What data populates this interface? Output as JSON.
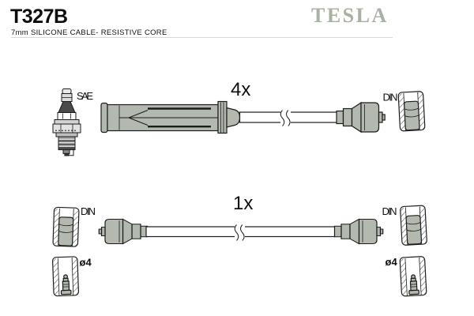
{
  "colors": {
    "brand": "#a9b1a2",
    "part": "#b3b9ae",
    "outline": "#1c1c1c",
    "cable": "#ffffff",
    "divider": "#d9d9d9",
    "page": "#ffffff"
  },
  "header": {
    "part_number": "T327B",
    "subtitle": "7mm SILICONE CABLE- RESISTIVE CORE",
    "brand": "TESLA"
  },
  "diagram": {
    "rows": [
      {
        "quantity": "4x",
        "left_connector": "SAE",
        "right_connector": "DIN"
      },
      {
        "quantity": "1x",
        "left_connector": "DIN",
        "right_connector": "DIN",
        "left_terminal_diameter": "ø4",
        "right_terminal_diameter": "ø4"
      }
    ]
  }
}
